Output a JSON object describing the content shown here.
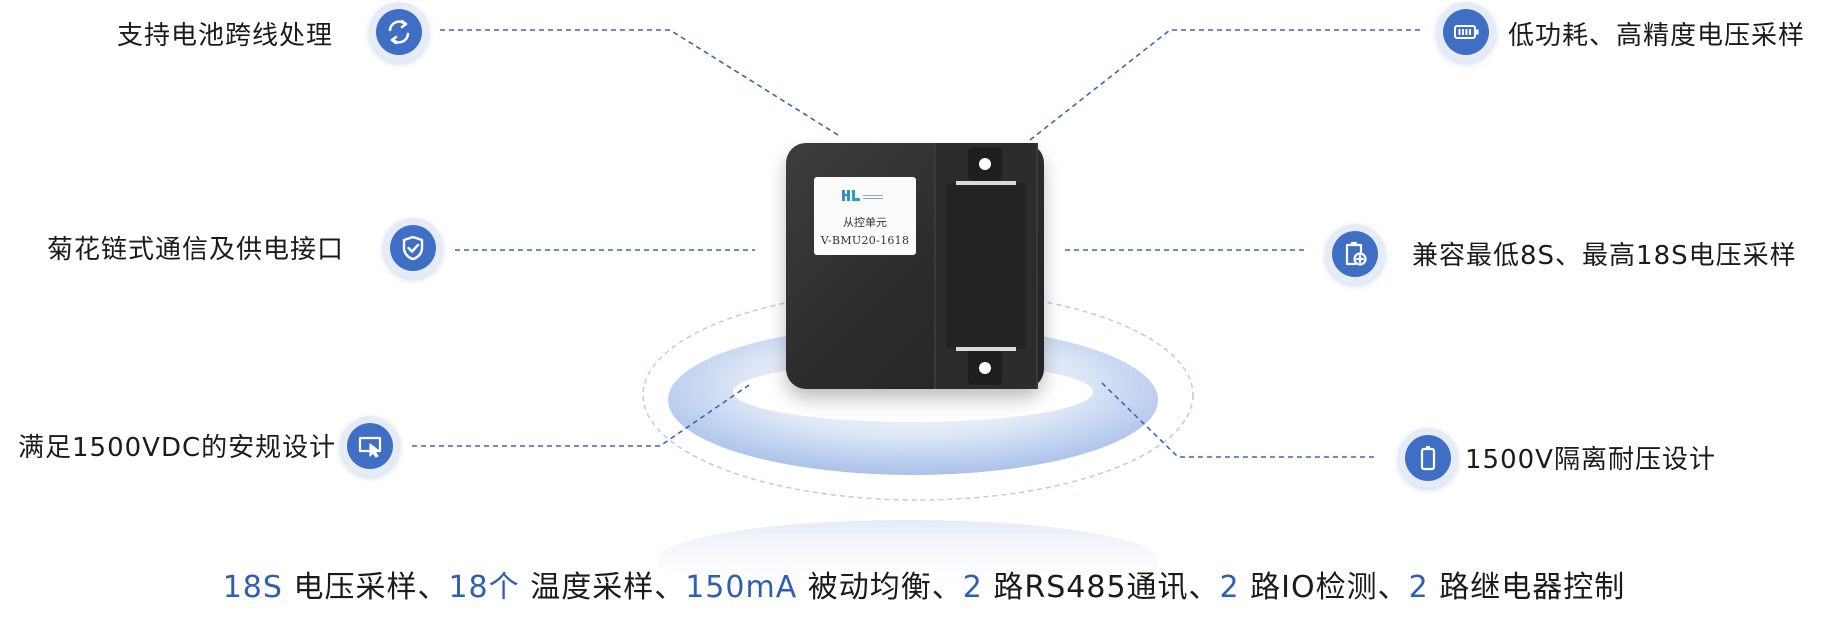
{
  "features": {
    "left": [
      {
        "label": "支持电池跨线处理",
        "icon": "refresh-cycle-icon"
      },
      {
        "label": "菊花链式通信及供电接口",
        "icon": "shield-check-icon"
      },
      {
        "label": "满足1500VDC的安规设计",
        "icon": "monitor-cursor-icon"
      }
    ],
    "right": [
      {
        "label": "低功耗、高精度电压采样",
        "icon": "battery-horizontal-icon"
      },
      {
        "label": "兼容最低8S、最高18S电压采样",
        "icon": "battery-plus-icon"
      },
      {
        "label": "1500V隔离耐压设计",
        "icon": "battery-vertical-icon"
      }
    ]
  },
  "device": {
    "unit_name": "从控单元",
    "model": "V-BMU20-1618"
  },
  "specs": [
    {
      "value": "18S",
      "text": " 电压采样、"
    },
    {
      "value": "18个",
      "text": " 温度采样、"
    },
    {
      "value": "150mA",
      "text": " 被动均衡、"
    },
    {
      "value": "2",
      "text": " 路RS485通讯、"
    },
    {
      "value": "2",
      "text": " 路IO检测、"
    },
    {
      "value": "2",
      "text": " 路继电器控制"
    }
  ],
  "colors": {
    "accent": "#3f6fc5",
    "highlight": "#2f5fb5",
    "line": "#3a66b8"
  }
}
